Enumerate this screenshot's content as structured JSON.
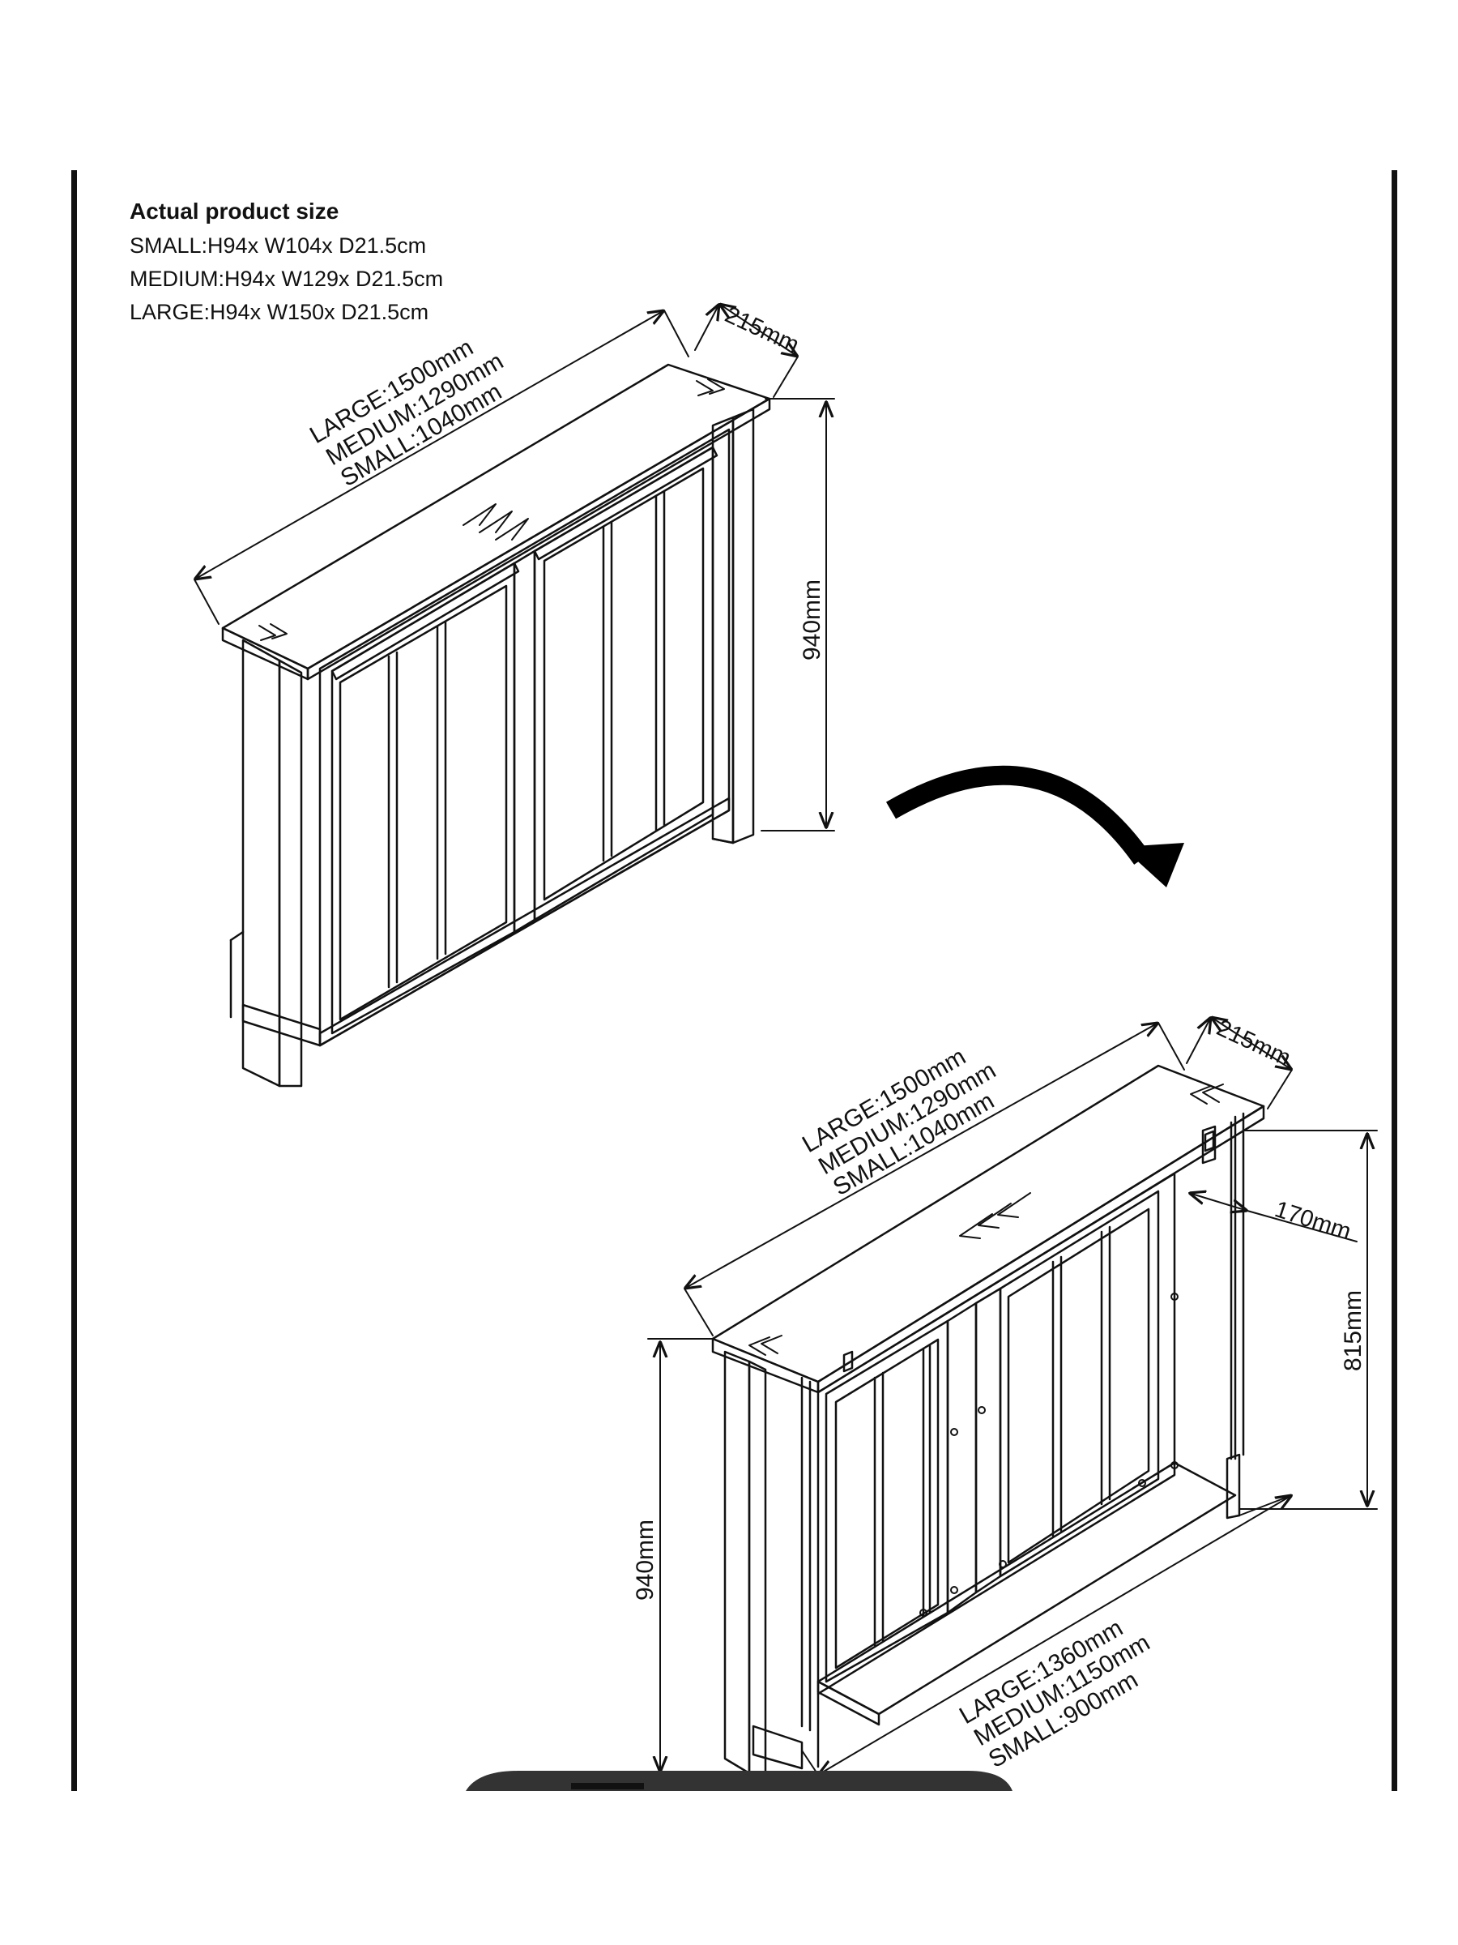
{
  "specs": {
    "title": "Actual product size",
    "lines": [
      "SMALL:H94x W104x D21.5cm",
      "MEDIUM:H94x W129x D21.5cm",
      "LARGE:H94x W150x D21.5cm"
    ]
  },
  "view_front": {
    "width_labels": [
      "LARGE:1500mm",
      "MEDIUM:1290mm",
      "SMALL:1040mm"
    ],
    "depth_label": "215mm",
    "height_label": "940mm"
  },
  "view_back": {
    "width_labels": [
      "LARGE:1500mm",
      "MEDIUM:1290mm",
      "SMALL:1040mm"
    ],
    "depth_label": "215mm",
    "inner_depth_label": "170mm",
    "inner_height_label": "815mm",
    "height_label": "940mm",
    "bottom_width_labels": [
      "LARGE:1360mm",
      "MEDIUM:1150mm",
      "SMALL:900mm"
    ]
  },
  "colors": {
    "line": "#111111",
    "background": "#ffffff",
    "footer_bar": "#333333"
  }
}
